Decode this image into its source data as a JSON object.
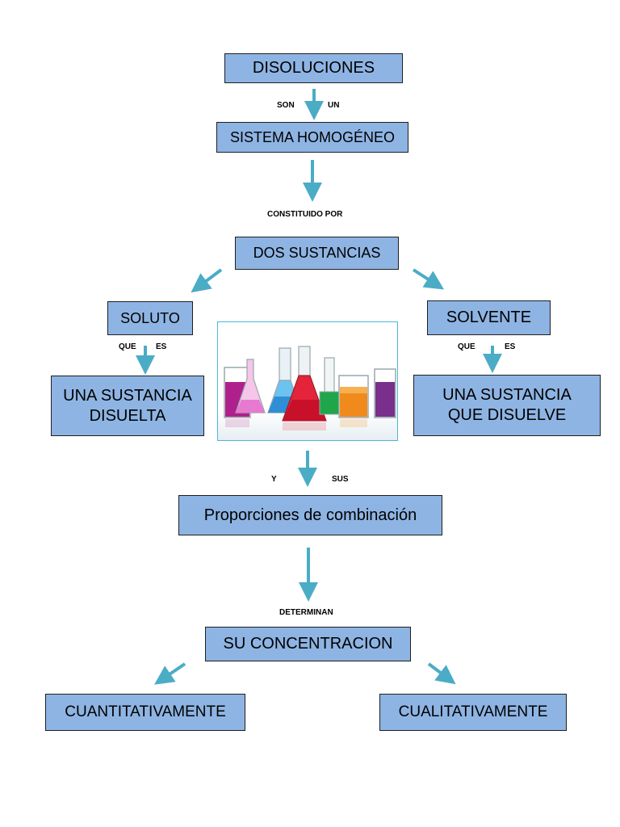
{
  "nodes": {
    "disoluciones": "DISOLUCIONES",
    "sistema": "SISTEMA HOMOGÉNEO",
    "dos_sustancias": "DOS SUSTANCIAS",
    "soluto": "SOLUTO",
    "solvente": "SOLVENTE",
    "sustancia_disuelta": "UNA SUSTANCIA DISUELTA",
    "sustancia_disuelve": "UNA SUSTANCIA QUE DISUELVE",
    "proporciones": "Proporciones de combinación",
    "concentracion": "SU CONCENTRACION",
    "cuantitativamente": "CUANTITATIVAMENTE",
    "cualitativamente": "CUALITATIVAMENTE"
  },
  "labels": {
    "son": "SON",
    "un": "UN",
    "constituido": "CONSTITUIDO POR",
    "que_left": "QUE",
    "es_left": "ES",
    "que_right": "QUE",
    "es_right": "ES",
    "y": "Y",
    "sus": "SUS",
    "determinan": "DETERMINAN"
  },
  "colors": {
    "box_fill": "#8eb4e3",
    "arrow": "#4bacc6",
    "photo_border": "#4bb8d8"
  },
  "image": {
    "icon": "laboratory-flasks-photo"
  }
}
